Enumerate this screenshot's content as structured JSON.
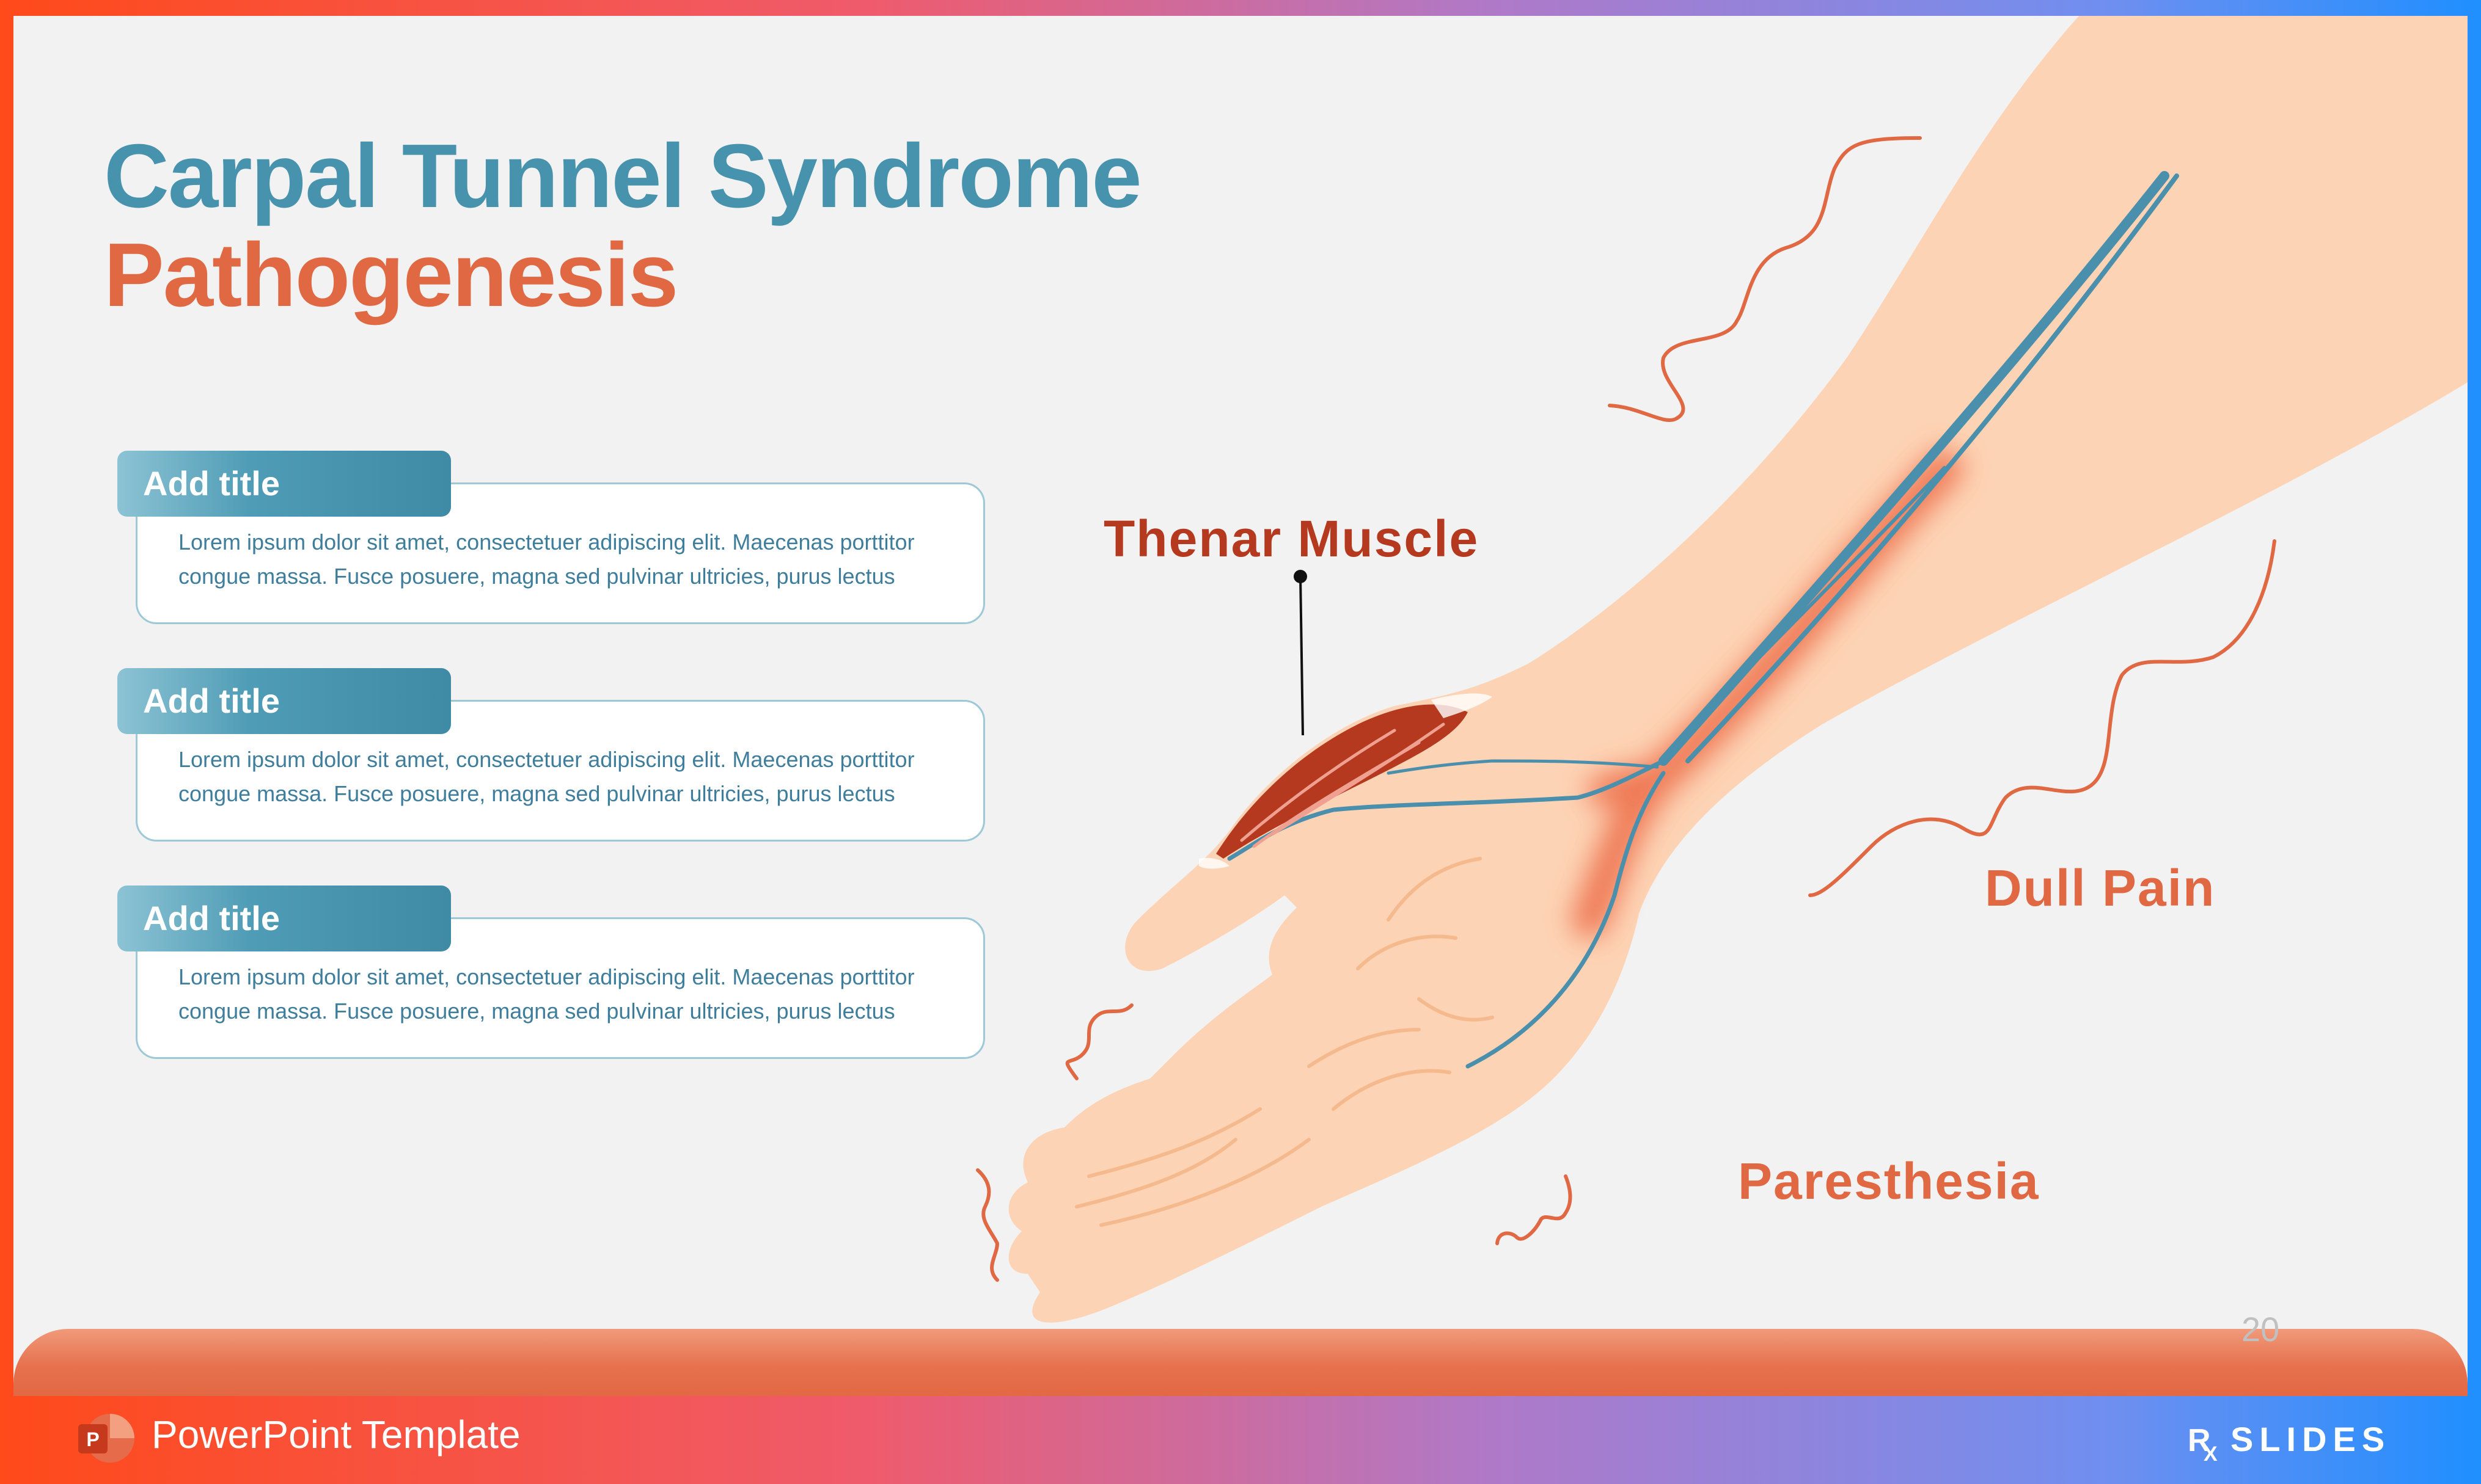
{
  "slide": {
    "title_line1": "Carpal Tunnel Syndrome",
    "title_line2": "Pathogenesis",
    "page_number": "20"
  },
  "cards": [
    {
      "title": "Add title",
      "body": "Lorem ipsum dolor sit amet, consectetuer adipiscing elit. Maecenas porttitor congue massa. Fusce posuere, magna sed pulvinar ultricies, purus lectus"
    },
    {
      "title": "Add title",
      "body": "Lorem ipsum dolor sit amet, consectetuer adipiscing elit. Maecenas porttitor congue massa. Fusce posuere, magna sed pulvinar ultricies, purus lectus"
    },
    {
      "title": "Add title",
      "body": "Lorem ipsum dolor sit amet, consectetuer adipiscing elit. Maecenas porttitor congue massa. Fusce posuere, magna sed pulvinar ultricies, purus lectus"
    }
  ],
  "diagram": {
    "label_thenar": "Thenar Muscle",
    "label_dull_pain": "Dull Pain",
    "label_paresthesia": "Paresthesia"
  },
  "footer": {
    "template_label": "PowerPoint Template",
    "app_icon": "powerpoint-icon",
    "brand_logo": "rxslides-logo",
    "brand_text": "RXSLIDES"
  },
  "colors": {
    "title_blue": "#4793ad",
    "title_orange": "#e06843",
    "skin": "#fdd3b5",
    "nerve": "#4a8fab",
    "muscle": "#b5391f",
    "accent_red": "#e06843"
  }
}
